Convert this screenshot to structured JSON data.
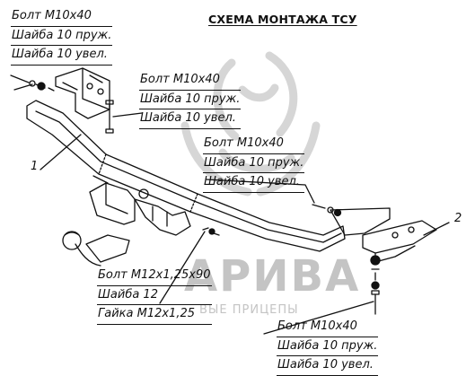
{
  "title": "СХЕМА МОНТАЖА ТСУ",
  "watermark": {
    "brand": "АРИВА",
    "tagline": "ВЫЕ ПРИЦЕПЫ"
  },
  "callouts": {
    "top_left": [
      "Болт М10х40",
      "Шайба 10 пруж.",
      "Шайба 10 увел."
    ],
    "top_mid": [
      "Болт М10х40",
      "Шайба 10 пруж.",
      "Шайба 10 увел."
    ],
    "mid_right": [
      "Болт М10х40",
      "Шайба 10 пруж.",
      "Шайба 10 увел."
    ],
    "bottom_left": [
      "Болт М12х1,25х90",
      "Шайба 12",
      "Гайка М12х1,25"
    ],
    "bottom_right": [
      "Болт М10х40",
      "Шайба 10 пруж.",
      "Шайба 10 увел."
    ]
  },
  "part_numbers": {
    "part1": "1",
    "part2": "2"
  },
  "colors": {
    "line": "#111111",
    "watermark": "#c8c8c8",
    "background": "#ffffff"
  }
}
